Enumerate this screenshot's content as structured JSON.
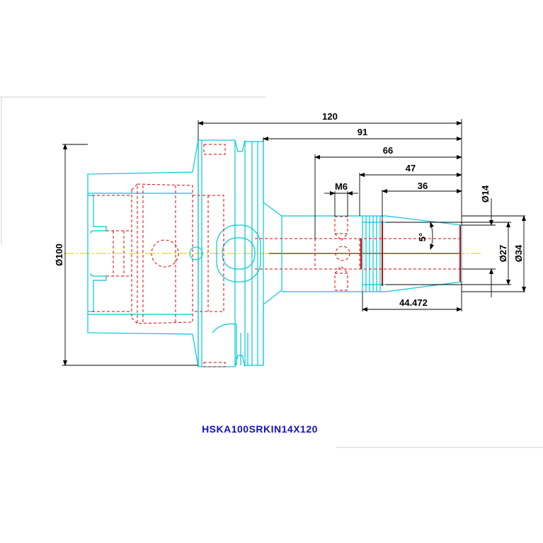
{
  "drawing": {
    "title": "HSKA100SRKIN14X120",
    "dimensions": {
      "length_total": "120",
      "length_91": "91",
      "length_66": "66",
      "length_47": "47",
      "length_36": "36",
      "thread": "M6",
      "diameter_100": "Ø100",
      "diameter_14": "Ø14",
      "diameter_27": "Ø27",
      "diameter_34": "Ø34",
      "angle": "5°",
      "length_44": "44.472"
    }
  },
  "colors": {
    "outline": "#00c8d8",
    "hidden": "#e00000",
    "dimension": "#000000",
    "centerline": "#d8c800",
    "title": "#1010c8"
  }
}
